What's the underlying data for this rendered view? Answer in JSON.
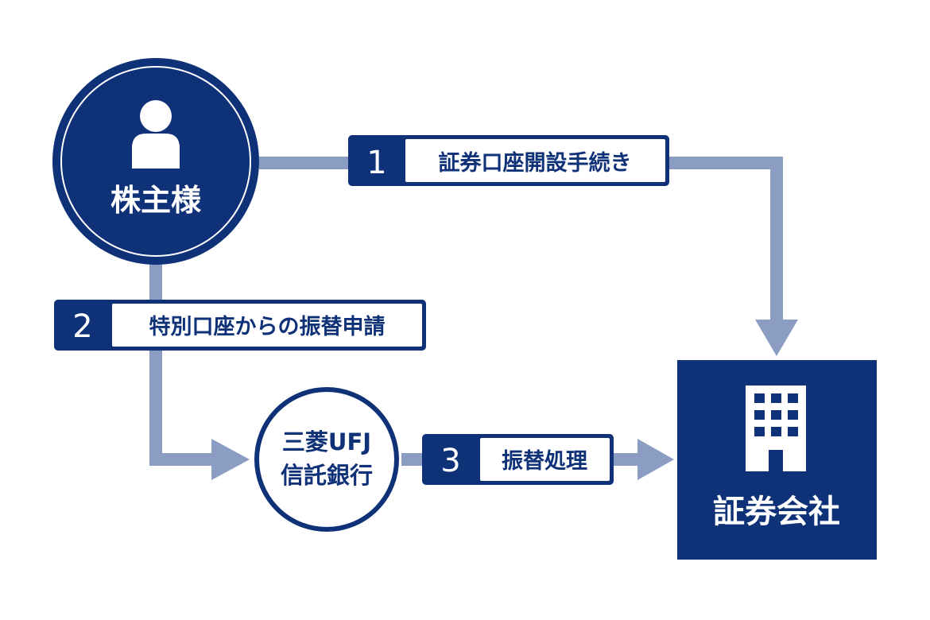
{
  "nodes": {
    "shareholder": {
      "label": "株主様",
      "icon": "person-icon"
    },
    "trust_bank": {
      "line1": "三菱UFJ",
      "line2": "信託銀行"
    },
    "securities": {
      "label": "証券会社",
      "icon": "building-icon"
    }
  },
  "steps": [
    {
      "number": "1",
      "label": "証券口座開設手続き"
    },
    {
      "number": "2",
      "label": "特別口座からの振替申請"
    },
    {
      "number": "3",
      "label": "振替処理"
    }
  ],
  "colors": {
    "navy": "#0f3178",
    "connector": "#8b9dc2",
    "white": "#ffffff"
  }
}
